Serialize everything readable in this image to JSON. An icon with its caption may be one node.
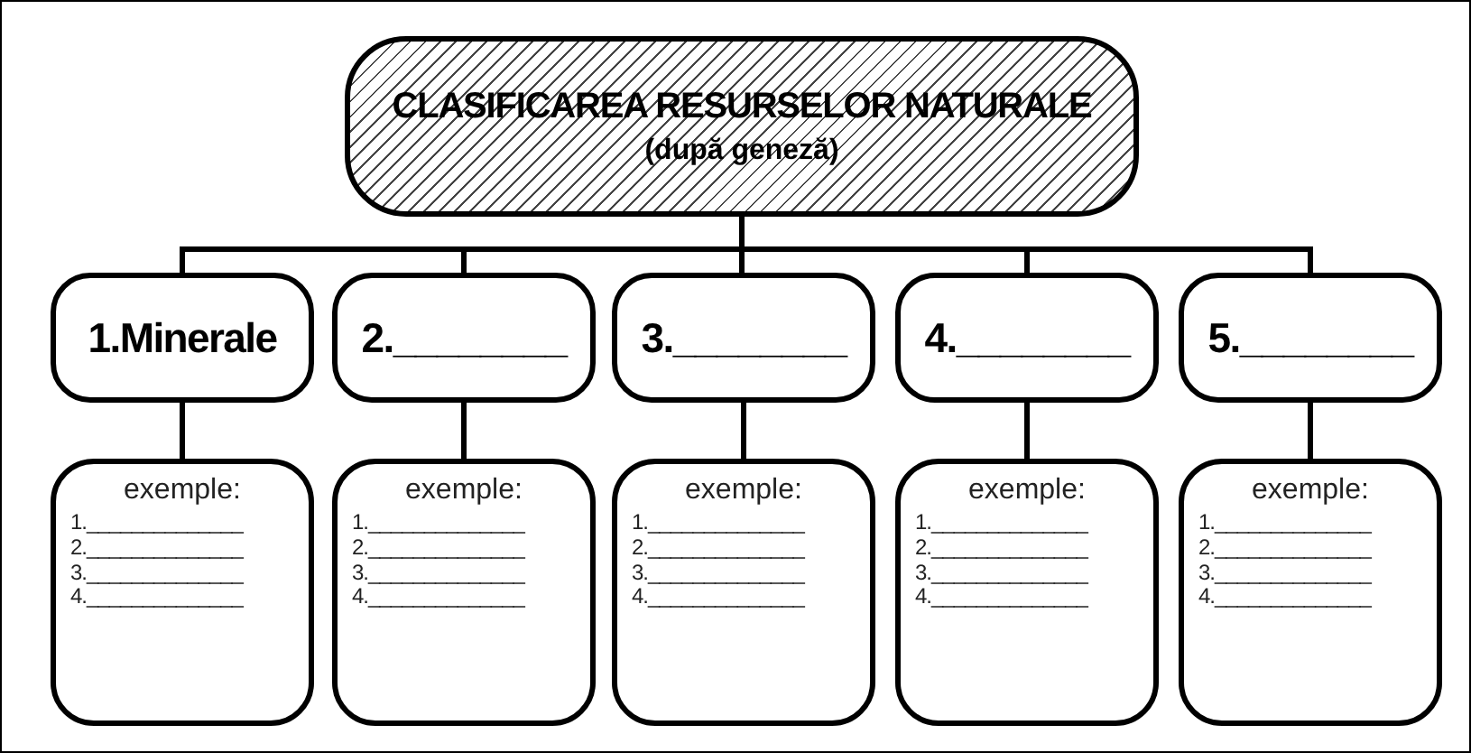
{
  "diagram": {
    "nodes": [
      {
        "text": [
          "CLASIFICAREA RESURSELOR NATURALE",
          "(după geneză)"
        ]
      },
      {
        "text": [
          "1.Minerale"
        ]
      },
      {
        "text": [
          "2.________"
        ]
      },
      {
        "text": [
          "3.________"
        ]
      },
      {
        "text": [
          "4.________"
        ]
      },
      {
        "text": [
          "5.________"
        ]
      },
      {
        "text": [
          "exemple:",
          "1.______________",
          "2.______________",
          "3.______________",
          "4.______________"
        ]
      },
      {
        "text": [
          "exemple:",
          "1.______________",
          "2.______________",
          "3.______________",
          "4.______________"
        ]
      },
      {
        "text": [
          "exemple:",
          "1.______________",
          "2.______________",
          "3.______________",
          "4.______________"
        ]
      },
      {
        "text": [
          "exemple:",
          "1.______________",
          "2.______________",
          "3.______________",
          "4.______________"
        ]
      },
      {
        "text": [
          "exemple:",
          "1.______________",
          "2.______________",
          "3.______________",
          "4.______________"
        ]
      }
    ],
    "edges": [
      {
        "from": 0,
        "to": 1,
        "arrow": "none"
      },
      {
        "from": 0,
        "to": 2,
        "arrow": "none"
      },
      {
        "from": 0,
        "to": 3,
        "arrow": "none"
      },
      {
        "from": 0,
        "to": 4,
        "arrow": "none"
      },
      {
        "from": 0,
        "to": 5,
        "arrow": "none"
      },
      {
        "from": 1,
        "to": 6,
        "arrow": "none"
      },
      {
        "from": 2,
        "to": 7,
        "arrow": "none"
      },
      {
        "from": 3,
        "to": 8,
        "arrow": "none"
      },
      {
        "from": 4,
        "to": 9,
        "arrow": "none"
      },
      {
        "from": 5,
        "to": 10,
        "arrow": "none"
      }
    ]
  }
}
